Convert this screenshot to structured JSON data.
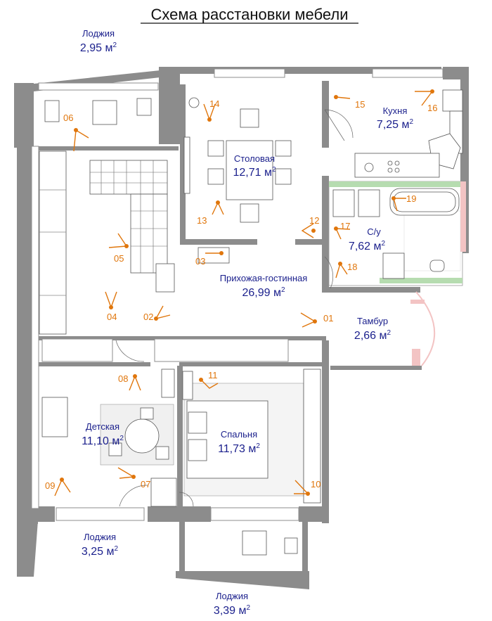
{
  "title": "Схема расстановки мебели",
  "rooms": {
    "loggia_top_left": {
      "name": "Лоджия",
      "area": "2,95 м",
      "sup": "2"
    },
    "dining": {
      "name": "Столовая",
      "area": "12,71 м",
      "sup": "2"
    },
    "kitchen": {
      "name": "Кухня",
      "area": "7,25 м",
      "sup": "2"
    },
    "living": {
      "name": "Прихожая-гостинная",
      "area": "26,99 м",
      "sup": "2"
    },
    "bathroom": {
      "name": "С/у",
      "area": "7,62 м",
      "sup": "2"
    },
    "vestibule": {
      "name": "Тамбур",
      "area": "2,66 м",
      "sup": "2"
    },
    "kids": {
      "name": "Детская",
      "area": "11,10 м",
      "sup": "2"
    },
    "bedroom": {
      "name": "Спальня",
      "area": "11,73 м",
      "sup": "2"
    },
    "loggia_bottom_left": {
      "name": "Лоджия",
      "area": "3,25 м",
      "sup": "2"
    },
    "loggia_bottom_right": {
      "name": "Лоджия",
      "area": "3,39 м",
      "sup": "2"
    }
  },
  "cameras": [
    "01",
    "02",
    "03",
    "04",
    "05",
    "06",
    "07",
    "08",
    "09",
    "10",
    "11",
    "12",
    "13",
    "14",
    "15",
    "16",
    "17",
    "18",
    "19"
  ],
  "colors": {
    "wall": "#8c8c8c",
    "labels": "#1a1f8c",
    "cameras": "#e0760c",
    "bathroom_accent": "#b6dcb0",
    "vestibule_accent": "#f3c4c4"
  }
}
